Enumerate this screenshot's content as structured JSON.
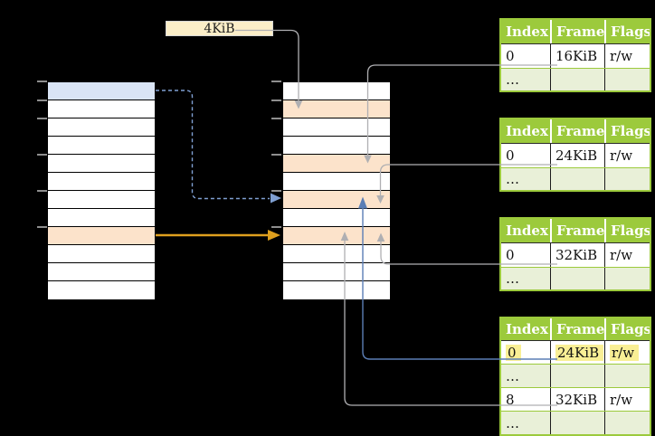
{
  "size_label": {
    "text": "4KiB"
  },
  "colors": {
    "header_green": "#9CCA3C",
    "row_light_green": "#E9F0D8",
    "cell_white": "#FFFFFF",
    "orange_row": "#FCE3CB",
    "blue_row": "#D9E4F5",
    "cream": "#FBEEC8",
    "yellow_highlight": "#F9EF95",
    "gray_line": "#AFAFB2",
    "blue_line": "#5B7EB5",
    "dashed_blue": "#7F9FD2",
    "orange_arrow": "#DFA01E",
    "tick": "#8E8E8E"
  },
  "left_column": {
    "row_fills": [
      "blue",
      "white",
      "white",
      "white",
      "white",
      "white",
      "white",
      "white",
      "orange",
      "white",
      "white",
      "white"
    ]
  },
  "middle_column": {
    "row_fills": [
      "white",
      "orange",
      "white",
      "white",
      "orange",
      "white",
      "orange",
      "white",
      "orange",
      "white",
      "white",
      "white"
    ]
  },
  "frame_tables": [
    {
      "headers": [
        "Index",
        "Frame",
        "Flags"
      ],
      "rows": [
        {
          "cells": [
            "0",
            "16KiB",
            "r/w"
          ],
          "style": "data",
          "highlight": false
        },
        {
          "cells": [
            "…",
            "",
            ""
          ],
          "style": "dots",
          "highlight": false
        }
      ]
    },
    {
      "headers": [
        "Index",
        "Frame",
        "Flags"
      ],
      "rows": [
        {
          "cells": [
            "0",
            "24KiB",
            "r/w"
          ],
          "style": "data",
          "highlight": false
        },
        {
          "cells": [
            "…",
            "",
            ""
          ],
          "style": "dots",
          "highlight": false
        }
      ]
    },
    {
      "headers": [
        "Index",
        "Frame",
        "Flags"
      ],
      "rows": [
        {
          "cells": [
            "0",
            "32KiB",
            "r/w"
          ],
          "style": "data",
          "highlight": false
        },
        {
          "cells": [
            "…",
            "",
            ""
          ],
          "style": "dots",
          "highlight": false
        }
      ]
    },
    {
      "headers": [
        "Index",
        "Frame",
        "Flags"
      ],
      "rows": [
        {
          "cells": [
            "0",
            "24KiB",
            "r/w"
          ],
          "style": "data",
          "highlight": true
        },
        {
          "cells": [
            "…",
            "",
            ""
          ],
          "style": "dots",
          "highlight": false
        },
        {
          "cells": [
            "8",
            "32KiB",
            "r/w"
          ],
          "style": "data",
          "highlight": false
        },
        {
          "cells": [
            "…",
            "",
            ""
          ],
          "style": "dots",
          "highlight": false
        }
      ]
    }
  ]
}
